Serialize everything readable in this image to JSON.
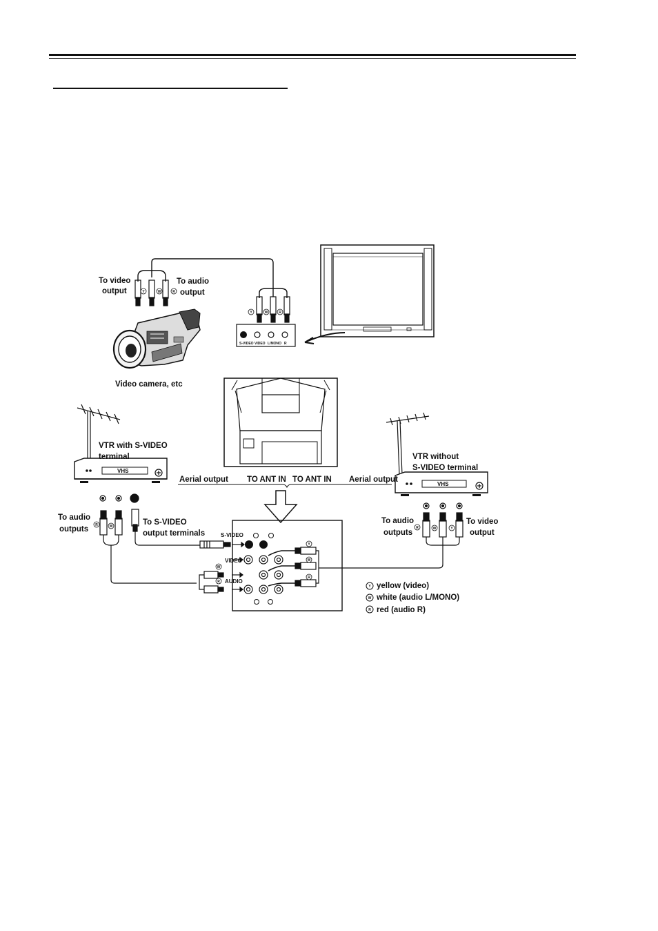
{
  "labels": {
    "camera_video_out": [
      "To video",
      "output"
    ],
    "camera_audio_out": [
      "To audio",
      "output"
    ],
    "camera_caption": "Video camera, etc",
    "front_jacks": [
      "S-VIDEO",
      "VIDEO",
      "L/MONO",
      "R"
    ],
    "vtr_left": [
      "VTR with S-VIDEO",
      "terminal"
    ],
    "vtr_right": [
      "VTR without",
      "S-VIDEO terminal"
    ],
    "vhs": "VHS",
    "aerial_output": "Aerial output",
    "to_ant_in": "TO ANT IN",
    "left_audio_out": [
      "To audio",
      "outputs"
    ],
    "left_svideo_out": [
      "To S-VIDEO",
      "output terminals"
    ],
    "right_audio_out": [
      "To audio",
      "outputs"
    ],
    "right_video_out": [
      "To video",
      "output"
    ],
    "panel_svideo": "S-VIDEO",
    "panel_video": "VIDEO",
    "panel_audio": "AUDIO",
    "plug_letters": {
      "yellow": "Y",
      "white": "W",
      "red": "R"
    }
  },
  "legend": [
    {
      "code": "Y",
      "text": "yellow (video)"
    },
    {
      "code": "W",
      "text": "white (audio L/MONO)"
    },
    {
      "code": "R",
      "text": "red (audio R)"
    }
  ]
}
